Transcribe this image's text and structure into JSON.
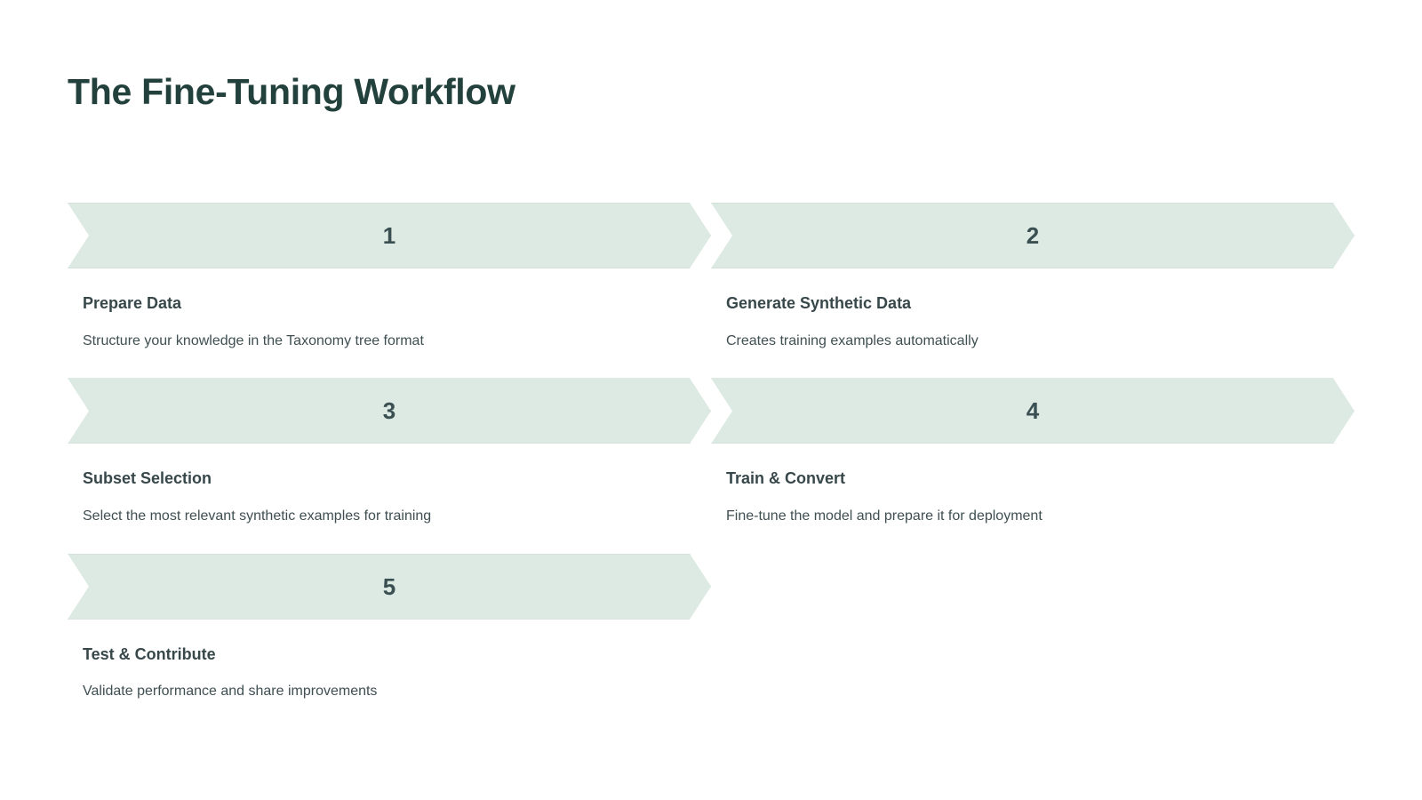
{
  "header": {
    "title": "The Fine-Tuning Workflow"
  },
  "theme": {
    "background": "#ffffff",
    "title_color": "#22403c",
    "banner_fill": "#dde9e3",
    "banner_border": "#d2e2da",
    "number_color": "#3a4f51",
    "step_title_color": "#37474a",
    "step_desc_color": "#3f4f52"
  },
  "workflow": {
    "steps": [
      {
        "number": "1",
        "title": "Prepare Data",
        "description": "Structure your knowledge in the Taxonomy tree format"
      },
      {
        "number": "2",
        "title": "Generate Synthetic Data",
        "description": "Creates training examples automatically"
      },
      {
        "number": "3",
        "title": "Subset Selection",
        "description": "Select the most relevant synthetic examples for training"
      },
      {
        "number": "4",
        "title": "Train & Convert",
        "description": "Fine-tune the model and prepare it for deployment"
      },
      {
        "number": "5",
        "title": "Test & Contribute",
        "description": "Validate performance and share improvements"
      }
    ]
  }
}
